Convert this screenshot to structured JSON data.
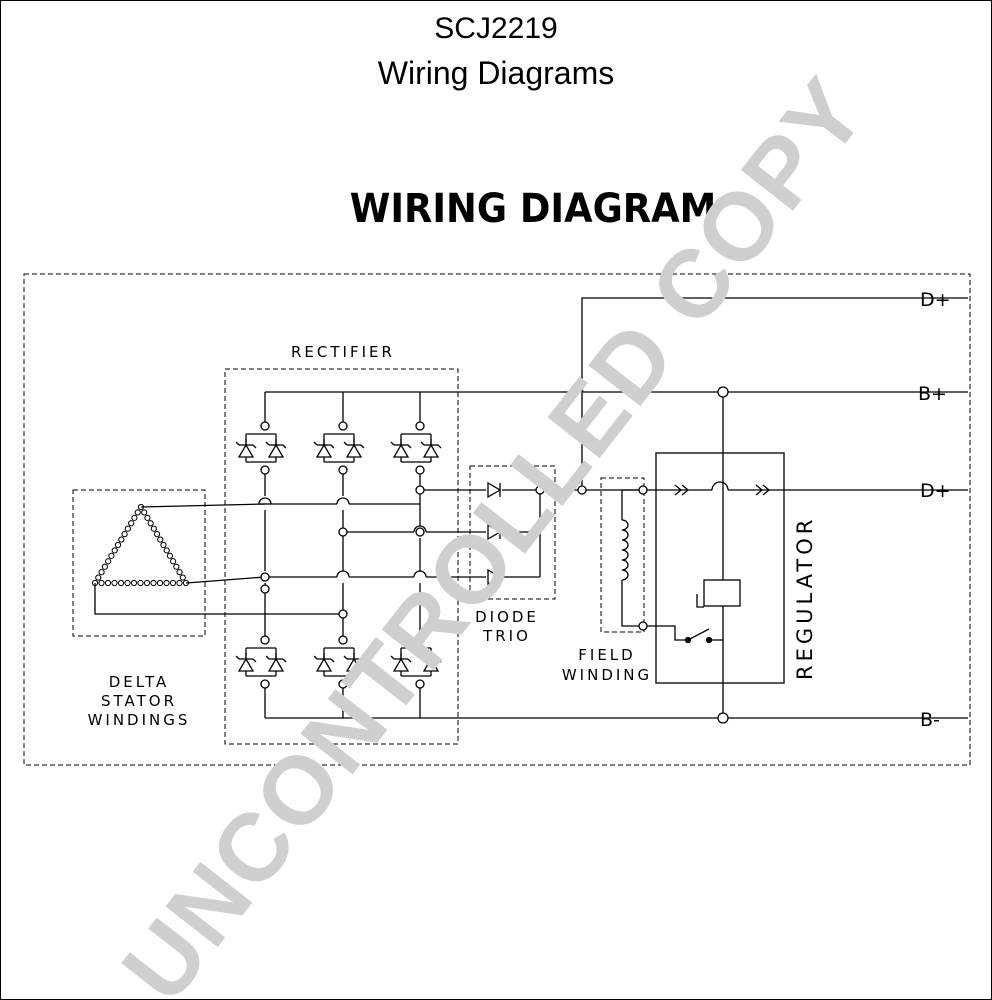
{
  "header": {
    "model": "SCJ2219",
    "document_type": "Wiring Diagrams"
  },
  "diagram": {
    "title": "WIRING  DIAGRAM",
    "labels": {
      "rectifier": "RECTIFIER",
      "delta_line1": "DELTA",
      "delta_line2": "STATOR",
      "delta_line3": "WINDINGS",
      "diode_line1": "DIODE",
      "diode_line2": "TRIO",
      "field_line1": "FIELD",
      "field_line2": "WINDING",
      "regulator": "REGULATOR"
    },
    "terminals": {
      "d_plus_top": "D+",
      "b_plus": "B+",
      "d_plus": "D+",
      "b_minus": "B-"
    }
  },
  "watermark": {
    "text": "UNCONTROLLED COPY",
    "color": "#cfcfcf"
  }
}
